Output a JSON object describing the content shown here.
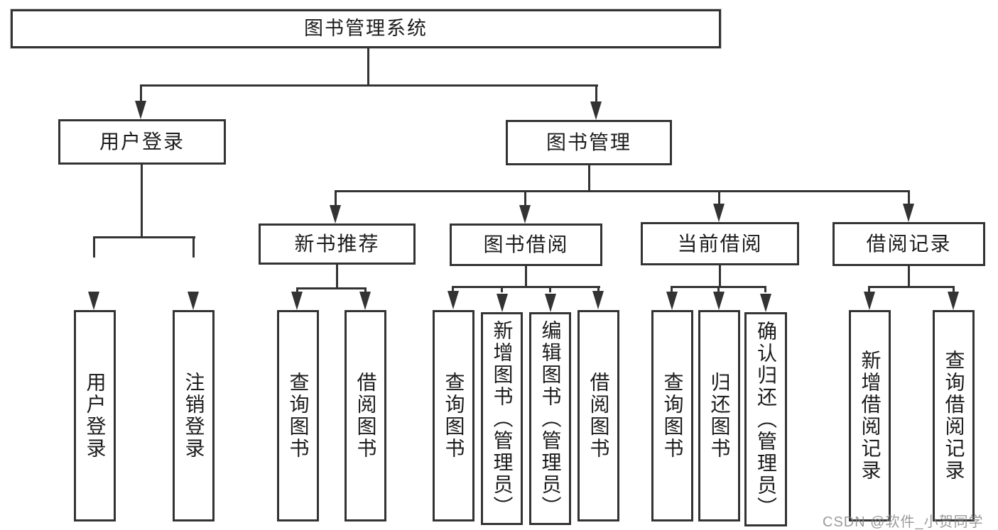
{
  "tree": {
    "label": "图书管理系统",
    "children": [
      {
        "label": "用户登录",
        "children": [
          {
            "label": "用户登录"
          },
          {
            "label": "注销登录"
          }
        ]
      },
      {
        "label": "图书管理",
        "children": [
          {
            "label": "新书推荐",
            "children": [
              {
                "label": "查询图书"
              },
              {
                "label": "借阅图书"
              }
            ]
          },
          {
            "label": "图书借阅",
            "children": [
              {
                "label": "查询图书"
              },
              {
                "label": "新增图书（管理员）"
              },
              {
                "label": "编辑图书（管理员）"
              },
              {
                "label": "借阅图书"
              }
            ]
          },
          {
            "label": "当前借阅",
            "children": [
              {
                "label": "查询图书"
              },
              {
                "label": "归还图书"
              },
              {
                "label": "确认归还（管理员）"
              }
            ]
          },
          {
            "label": "借阅记录",
            "children": [
              {
                "label": "新增借阅记录"
              },
              {
                "label": "查询借阅记录"
              }
            ]
          }
        ]
      }
    ]
  },
  "watermark": {
    "text": "CSDN @软件_小贺同学"
  },
  "colors": {
    "line": "#333333",
    "text": "#1c1c1c",
    "background": "#ffffff",
    "watermark": "#828282"
  }
}
